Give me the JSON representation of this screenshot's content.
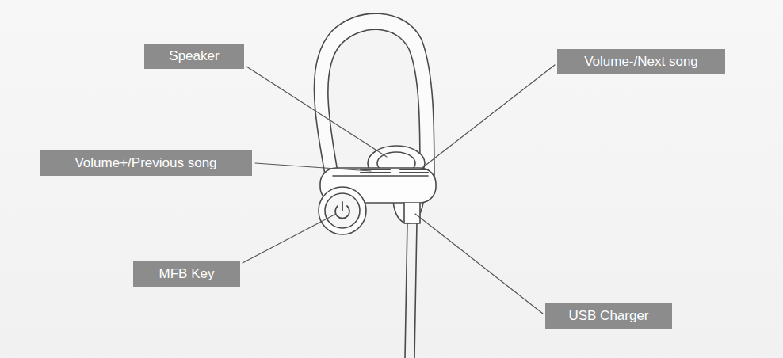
{
  "diagram": {
    "labels": [
      "Speaker",
      "Volume-/Next song",
      "Volume+/Previous song",
      "MFB Key",
      "USB Charger"
    ]
  }
}
